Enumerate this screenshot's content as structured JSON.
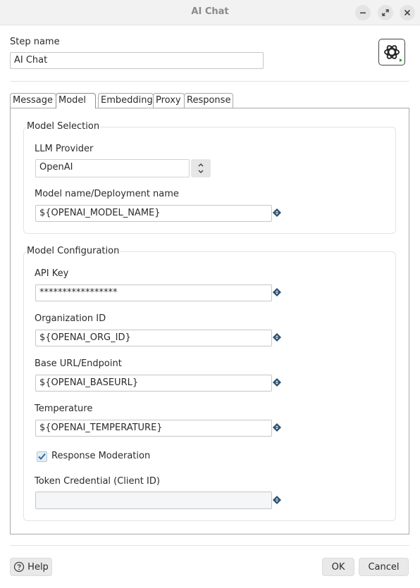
{
  "window": {
    "title": "AI Chat"
  },
  "step": {
    "label": "Step name",
    "value": "AI Chat"
  },
  "tabs": [
    "Message",
    "Model",
    "Embedding",
    "Proxy",
    "Response"
  ],
  "model_selection": {
    "title": "Model Selection",
    "provider_label": "LLM Provider",
    "provider_value": "OpenAI",
    "model_label": "Model name/Deployment name",
    "model_value": "${OPENAI_MODEL_NAME}"
  },
  "model_configuration": {
    "title": "Model Configuration",
    "api_key_label": "API Key",
    "api_key_value": "*****************",
    "org_label": "Organization ID",
    "org_value": "${OPENAI_ORG_ID}",
    "base_url_label": "Base URL/Endpoint",
    "base_url_value": "${OPENAI_BASEURL}",
    "temperature_label": "Temperature",
    "temperature_value": "${OPENAI_TEMPERATURE}",
    "moderation_label": "Response Moderation",
    "moderation_checked": true,
    "token_label": "Token Credential (Client ID)",
    "token_value": ""
  },
  "footer": {
    "help": "Help",
    "ok": "OK",
    "cancel": "Cancel"
  },
  "colors": {
    "accent": "#2a6fa8",
    "var_icon": "#2a4f6e"
  }
}
